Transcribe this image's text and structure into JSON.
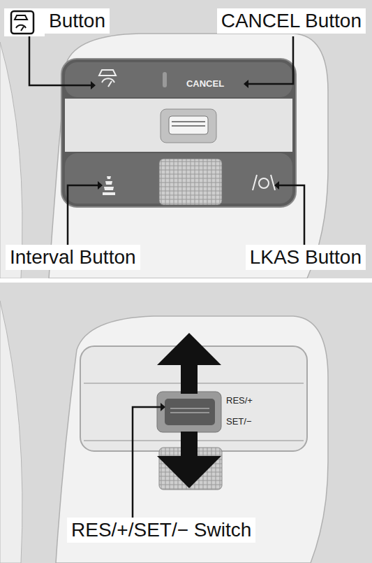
{
  "diagram": {
    "labels": [
      "Button",
      "CANCEL Button",
      "Interval Button",
      "LKAS Button",
      "CANCEL",
      "RES/+",
      "SET/−",
      "RES/+/SET/− Switch"
    ]
  }
}
